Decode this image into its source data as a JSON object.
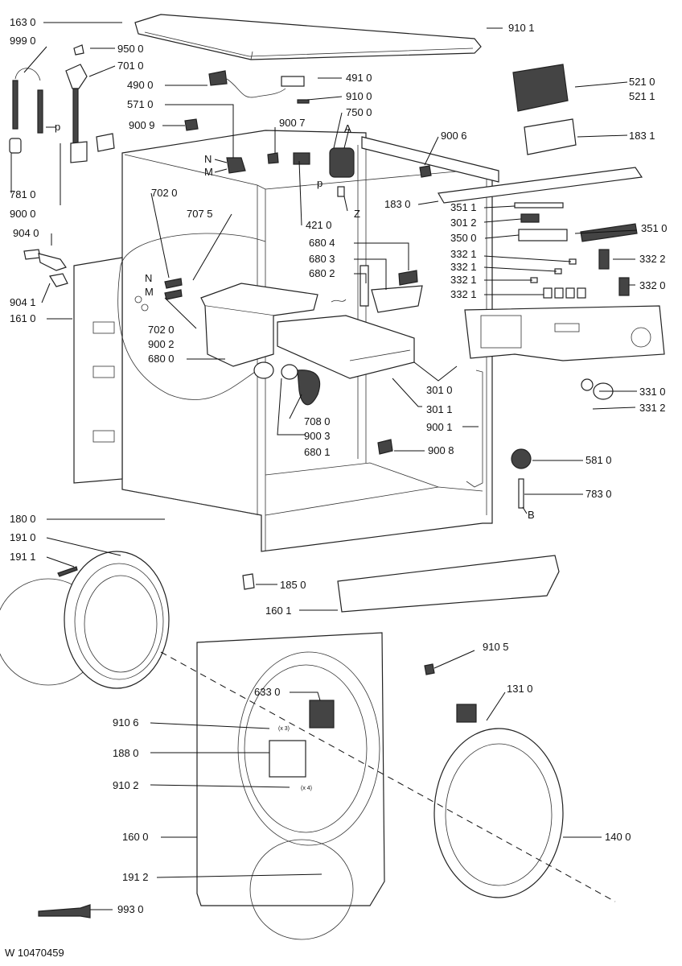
{
  "document_id": "W 10470459",
  "callouts": [
    {
      "key": "c1630",
      "text": "163 0"
    },
    {
      "key": "c9101",
      "text": "910 1"
    },
    {
      "key": "c9990",
      "text": "999 0"
    },
    {
      "key": "c9500",
      "text": "950 0"
    },
    {
      "key": "c7010",
      "text": "701 0"
    },
    {
      "key": "c4900",
      "text": "490 0"
    },
    {
      "key": "c4910",
      "text": "491 0"
    },
    {
      "key": "c5210",
      "text": "521 0"
    },
    {
      "key": "c5211",
      "text": "521 1"
    },
    {
      "key": "c9100",
      "text": "910 0"
    },
    {
      "key": "c5710",
      "text": "571 0"
    },
    {
      "key": "c7500",
      "text": "750 0"
    },
    {
      "key": "c9009",
      "text": "900 9"
    },
    {
      "key": "c9007",
      "text": "900 7"
    },
    {
      "key": "cA",
      "text": "A"
    },
    {
      "key": "c9006",
      "text": "900 6"
    },
    {
      "key": "c1831",
      "text": "183 1"
    },
    {
      "key": "cN1",
      "text": "N"
    },
    {
      "key": "cM1",
      "text": "M"
    },
    {
      "key": "cP1",
      "text": "p"
    },
    {
      "key": "cP2",
      "text": "p"
    },
    {
      "key": "c7810",
      "text": "781 0"
    },
    {
      "key": "c9000",
      "text": "900 0"
    },
    {
      "key": "cZ",
      "text": "Z"
    },
    {
      "key": "c1830",
      "text": "183 0"
    },
    {
      "key": "c3511",
      "text": "351 1"
    },
    {
      "key": "c7020a",
      "text": "702 0"
    },
    {
      "key": "c7075",
      "text": "707 5"
    },
    {
      "key": "c4210",
      "text": "421 0"
    },
    {
      "key": "c3012",
      "text": "301 2"
    },
    {
      "key": "c3510",
      "text": "351 0"
    },
    {
      "key": "c9040",
      "text": "904 0"
    },
    {
      "key": "c6804",
      "text": "680 4"
    },
    {
      "key": "c3500",
      "text": "350 0"
    },
    {
      "key": "c6803",
      "text": "680 3"
    },
    {
      "key": "c3321a",
      "text": "332 1"
    },
    {
      "key": "c3322",
      "text": "332 2"
    },
    {
      "key": "c3321b",
      "text": "332 1"
    },
    {
      "key": "c6802",
      "text": "680 2"
    },
    {
      "key": "c3321c",
      "text": "332 1"
    },
    {
      "key": "c3320",
      "text": "332 0"
    },
    {
      "key": "cN2",
      "text": "N"
    },
    {
      "key": "cM2",
      "text": "M"
    },
    {
      "key": "c3321d",
      "text": "332 1"
    },
    {
      "key": "c9041",
      "text": "904 1"
    },
    {
      "key": "c1610",
      "text": "161 0"
    },
    {
      "key": "c7020b",
      "text": "702 0"
    },
    {
      "key": "c9002",
      "text": "900 2"
    },
    {
      "key": "c6800",
      "text": "680 0"
    },
    {
      "key": "c3010",
      "text": "301 0"
    },
    {
      "key": "c3310",
      "text": "331 0"
    },
    {
      "key": "c3011",
      "text": "301 1"
    },
    {
      "key": "c3312",
      "text": "331 2"
    },
    {
      "key": "c7080",
      "text": "708 0"
    },
    {
      "key": "c9001",
      "text": "900 1"
    },
    {
      "key": "c9003",
      "text": "900 3"
    },
    {
      "key": "c6801",
      "text": "680 1"
    },
    {
      "key": "c9008",
      "text": "900 8"
    },
    {
      "key": "c5810",
      "text": "581 0"
    },
    {
      "key": "c7830",
      "text": "783 0"
    },
    {
      "key": "cB",
      "text": "B"
    },
    {
      "key": "c1800",
      "text": "180 0"
    },
    {
      "key": "c1910",
      "text": "191 0"
    },
    {
      "key": "c1911",
      "text": "191 1"
    },
    {
      "key": "c1850",
      "text": "185 0"
    },
    {
      "key": "c1601",
      "text": "160 1"
    },
    {
      "key": "c9105",
      "text": "910 5"
    },
    {
      "key": "c6330",
      "text": "633 0"
    },
    {
      "key": "c1310",
      "text": "131 0"
    },
    {
      "key": "c9106",
      "text": "910 6"
    },
    {
      "key": "c1880",
      "text": "188 0"
    },
    {
      "key": "c9102",
      "text": "910 2"
    },
    {
      "key": "c1600",
      "text": "160 0"
    },
    {
      "key": "c1400",
      "text": "140 0"
    },
    {
      "key": "c1912",
      "text": "191 2"
    },
    {
      "key": "c9930",
      "text": "993 0"
    }
  ],
  "annotations": {
    "x3": "(x 3)",
    "x4": "(x 4)"
  }
}
